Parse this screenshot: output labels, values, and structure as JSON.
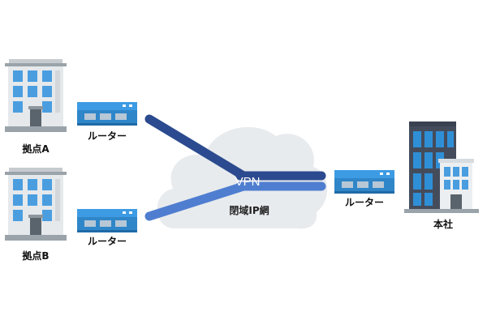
{
  "nodes": {
    "site_a": {
      "label": "拠点A"
    },
    "site_b": {
      "label": "拠点B"
    },
    "headquarters": {
      "label": "本社"
    }
  },
  "routers": {
    "router_a": {
      "label": "ルーター"
    },
    "router_b": {
      "label": "ルーター"
    },
    "router_hq": {
      "label": "ルーター"
    }
  },
  "network": {
    "tunnel_label": "VPN",
    "cloud_label": "閉域IP網"
  },
  "colors": {
    "tunnel_dark": "#2b4a8f",
    "tunnel_light": "#4f7ed0",
    "cloud": "#e8ebee",
    "router_body": "#3d9be3",
    "building_window": "#4a9ee0"
  }
}
